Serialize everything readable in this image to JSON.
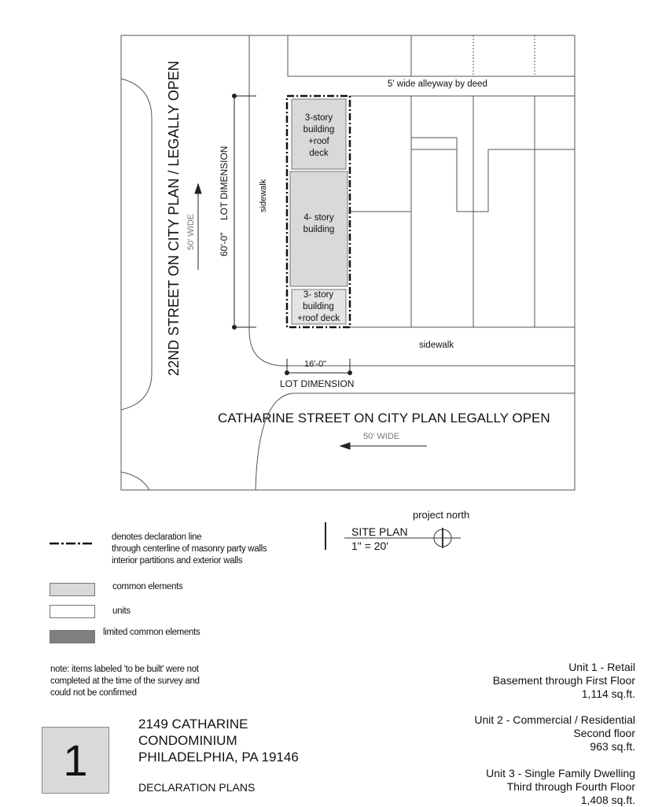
{
  "plan": {
    "street_west": "22ND  STREET  ON CITY PLAN / LEGALLY OPEN",
    "street_west_width": "50' WIDE",
    "street_south": "CATHARINE STREET ON CITY PLAN LEGALLY OPEN",
    "street_south_width": "50' WIDE",
    "alley": "5' wide alleyway by deed",
    "sidewalk_west": "sidewalk",
    "sidewalk_south": "sidewalk",
    "lot_depth": "60'-0\"",
    "lot_depth_label": "LOT DIMENSION",
    "lot_width": "16'-0\"",
    "lot_width_label": "LOT DIMENSION",
    "buildings": [
      {
        "lines": [
          "3-story",
          "building",
          "+roof",
          "deck"
        ]
      },
      {
        "lines": [
          "4- story",
          "building"
        ]
      },
      {
        "lines": [
          "3- story",
          "building",
          "+roof deck"
        ]
      }
    ]
  },
  "title_block": {
    "project_north": "project north",
    "site_plan": "SITE PLAN",
    "scale": "1\"  =  20'"
  },
  "legend": {
    "declaration": [
      "denotes declaration line",
      "through centerline of masonry party walls",
      "interior partitions and exterior walls"
    ],
    "common": "common elements",
    "units": "units",
    "limited": "limited common elements",
    "colors": {
      "common": "#d9d9d9",
      "units": "#ffffff",
      "limited": "#7f7f7f"
    }
  },
  "note": [
    "note: items labeled 'to be built' were not",
    "completed at the time of the survey and",
    "could not be confirmed"
  ],
  "project": {
    "sheet": "1",
    "name_lines": [
      "2149 CATHARINE",
      "CONDOMINIUM",
      "PHILADELPHIA, PA 19146"
    ],
    "subtitle": "DECLARATION PLANS"
  },
  "units": [
    {
      "name": "Unit 1 - Retail",
      "floors": "Basement through First Floor",
      "area": "1,114 sq.ft."
    },
    {
      "name": "Unit 2 - Commercial / Residential",
      "floors": "Second floor",
      "area": "963 sq.ft."
    },
    {
      "name": "Unit 3 - Single Family Dwelling",
      "floors": "Third through Fourth Floor",
      "area": "1,408 sq.ft."
    }
  ]
}
